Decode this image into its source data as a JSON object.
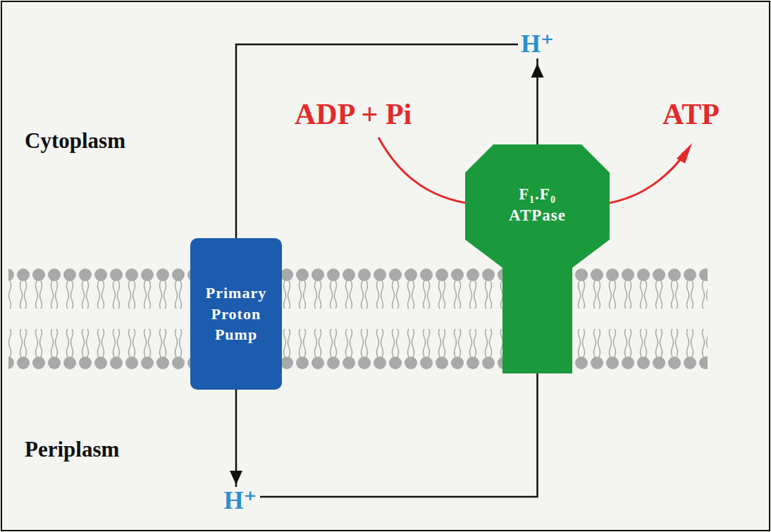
{
  "diagram": {
    "nodes": [
      {
        "text": [
          "Primary Proton Pump"
        ]
      },
      {
        "text": [
          "F₁.F₀ ATPase"
        ]
      }
    ],
    "edges": [
      {
        "from": 0,
        "to": 1,
        "arrow": "to",
        "label": "H⁺"
      },
      {
        "from": 1,
        "to": 0,
        "arrow": "to",
        "label": "H⁺"
      }
    ],
    "labels": [
      "Cytoplasm",
      "Periplasm",
      "ADP + Pi",
      "ATP"
    ]
  }
}
